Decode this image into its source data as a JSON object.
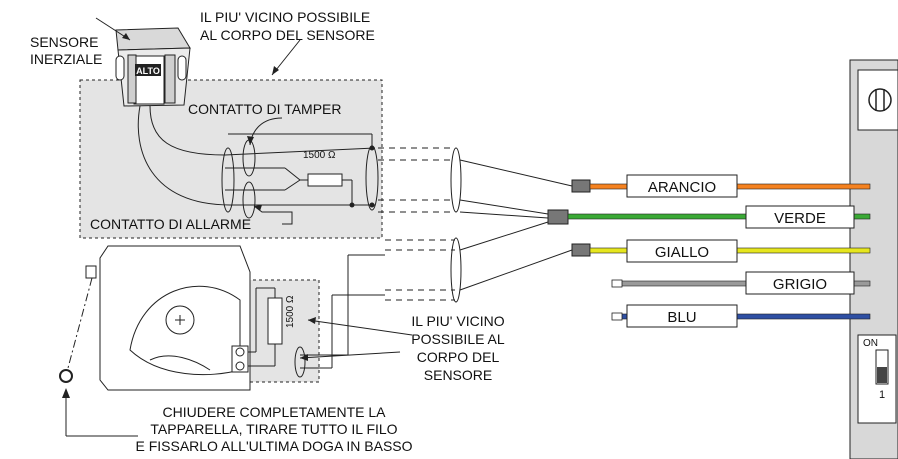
{
  "labels": {
    "sensor_name_1": "SENSORE",
    "sensor_name_2": "INERZIALE",
    "alto": "ALTO",
    "near_top_1": "IL PIU' VICINO POSSIBILE",
    "near_top_2": "AL CORPO DEL SENSORE",
    "tamper": "CONTATTO DI TAMPER",
    "alarm": "CONTATTO DI ALLARME",
    "resistor_top": "1500 Ω",
    "resistor_bottom": "1500 Ω",
    "near_bottom_1": "IL PIU' VICINO",
    "near_bottom_2": "POSSIBILE AL",
    "near_bottom_3": "CORPO DEL",
    "near_bottom_4": "SENSORE",
    "instr_1": "CHIUDERE COMPLETAMENTE LA",
    "instr_2": "TAPPARELLA, TIRARE TUTTO IL FILO",
    "instr_3": "E FISSARLO ALL'ULTIMA DOGA IN BASSO",
    "dip_on": "ON",
    "dip_num": "1"
  },
  "wires": [
    {
      "label": "ARANCIO",
      "color": "#f58220"
    },
    {
      "label": "VERDE",
      "color": "#3aa935"
    },
    {
      "label": "GIALLO",
      "color": "#e6e61e"
    },
    {
      "label": "GRIGIO",
      "color": "#9a9a9a"
    },
    {
      "label": "BLU",
      "color": "#2e4fa3"
    }
  ]
}
